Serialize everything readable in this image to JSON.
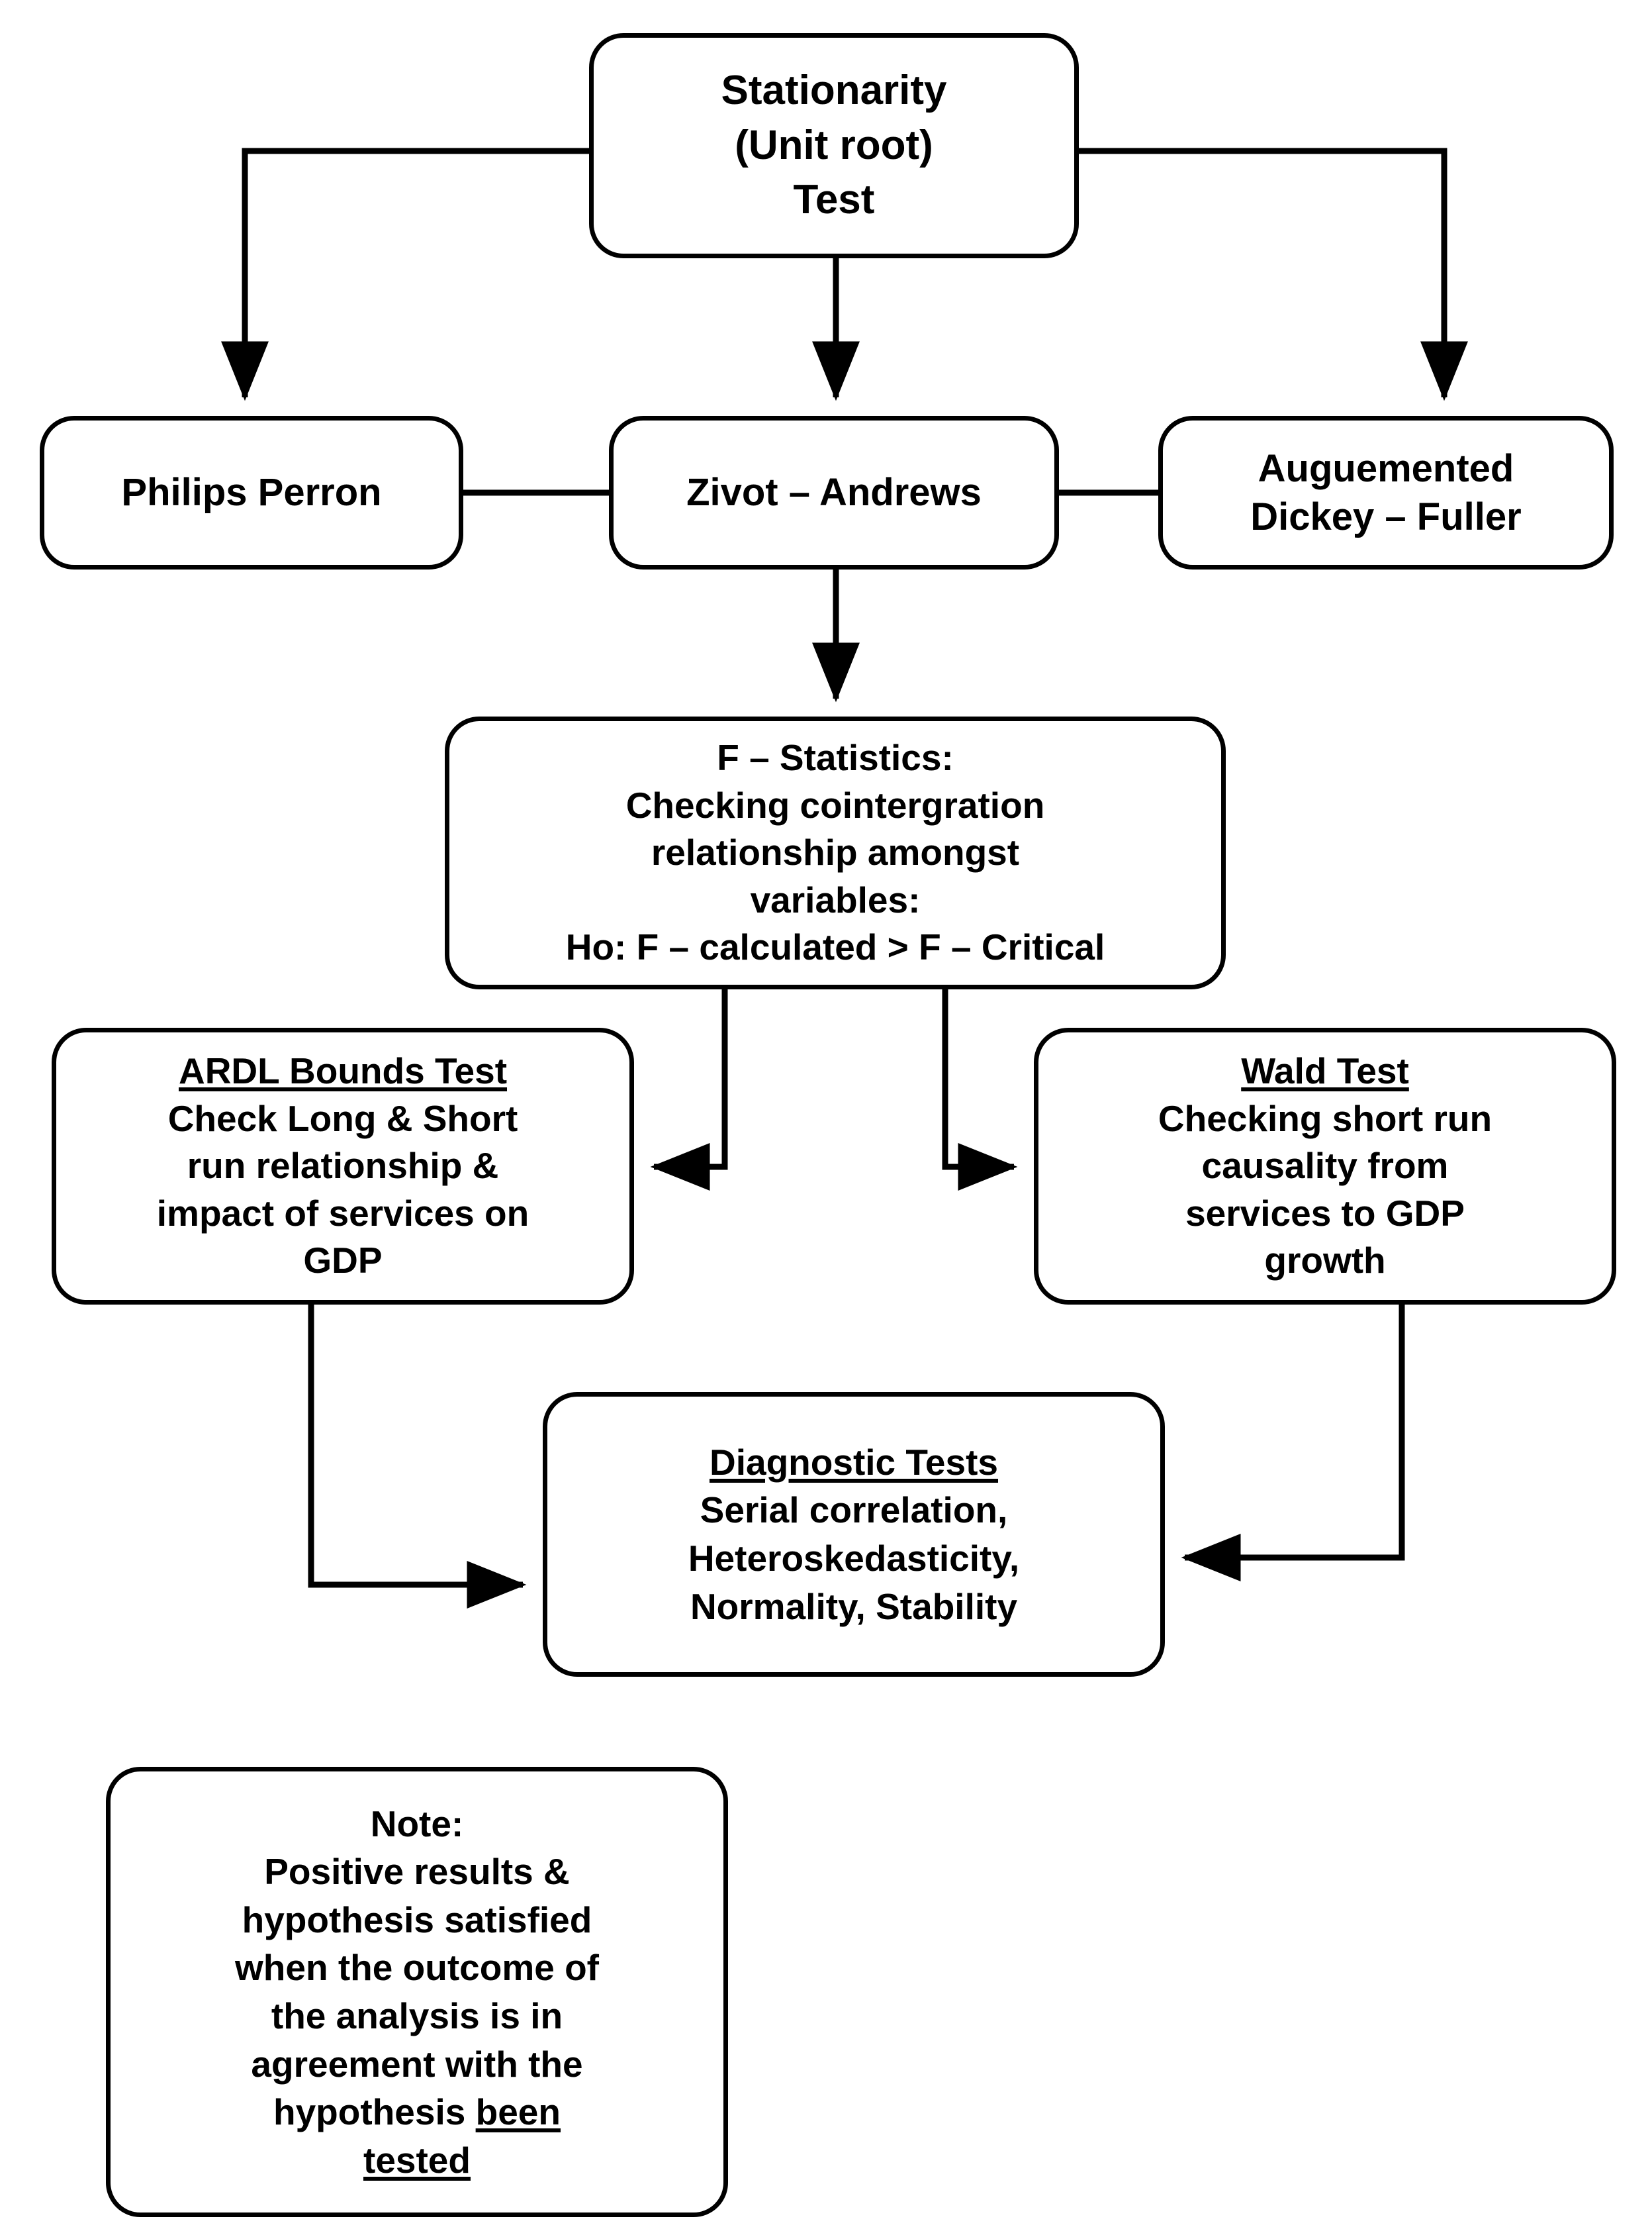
{
  "diagram": {
    "type": "flowchart",
    "title": "Econometric methodology flowchart",
    "stroke_color": "#000000",
    "fill_color": "#ffffff",
    "nodes": {
      "stationarity": {
        "id": "stationarity",
        "lines": [
          "Stationarity",
          "(Unit root)",
          "Test"
        ]
      },
      "philips_perron": {
        "id": "philips-perron",
        "lines": [
          "Philips Perron"
        ]
      },
      "zivot_andrews": {
        "id": "zivot-andrews",
        "lines": [
          "Zivot – Andrews"
        ]
      },
      "augmented_dickey_fuller": {
        "id": "augmented-dickey-fuller",
        "lines": [
          "Auguemented",
          "Dickey – Fuller"
        ]
      },
      "f_statistics": {
        "id": "f-statistics",
        "lines": [
          "F – Statistics:",
          "Checking cointergration",
          "relationship amongst",
          "variables:",
          "Ho: F – calculated > F – Critical"
        ]
      },
      "ardl_bounds_test": {
        "id": "ardl-bounds-test",
        "heading": "ARDL Bounds Test",
        "lines": [
          "Check Long & Short",
          "run relationship &",
          "impact of services on",
          "GDP"
        ]
      },
      "wald_test": {
        "id": "wald-test",
        "heading": "Wald Test",
        "lines": [
          "Checking short run",
          "causality from",
          "services to GDP",
          "growth"
        ]
      },
      "diagnostic_tests": {
        "id": "diagnostic-tests",
        "heading": "Diagnostic Tests",
        "lines": [
          "Serial correlation,",
          "Heteroskedasticity,",
          "Normality, Stability"
        ]
      },
      "note": {
        "id": "note",
        "lines": [
          "Note:",
          "Positive results &",
          "hypothesis satisfied",
          "when the outcome of",
          "the analysis is in",
          "agreement with the"
        ],
        "last_line_plain": "hypothesis ",
        "last_line_underlined": "been",
        "final_line_underlined": "tested"
      }
    },
    "edges": [
      {
        "from": "stationarity",
        "to": "philips-perron",
        "style": "elbow-left",
        "arrow": true
      },
      {
        "from": "stationarity",
        "to": "zivot-andrews",
        "style": "straight-down",
        "arrow": true
      },
      {
        "from": "stationarity",
        "to": "augmented-dickey-fuller",
        "style": "elbow-right",
        "arrow": true
      },
      {
        "from": "philips-perron",
        "to": "zivot-andrews",
        "style": "horizontal",
        "arrow": false
      },
      {
        "from": "zivot-andrews",
        "to": "augmented-dickey-fuller",
        "style": "horizontal",
        "arrow": false
      },
      {
        "from": "zivot-andrews",
        "to": "f-statistics",
        "style": "straight-down",
        "arrow": true
      },
      {
        "from": "f-statistics",
        "to": "ardl-bounds-test",
        "style": "elbow-left",
        "arrow": true
      },
      {
        "from": "f-statistics",
        "to": "wald-test",
        "style": "elbow-right",
        "arrow": true
      },
      {
        "from": "ardl-bounds-test",
        "to": "diagnostic-tests",
        "style": "elbow-right",
        "arrow": true
      },
      {
        "from": "wald-test",
        "to": "diagnostic-tests",
        "style": "elbow-left",
        "arrow": true
      }
    ]
  }
}
